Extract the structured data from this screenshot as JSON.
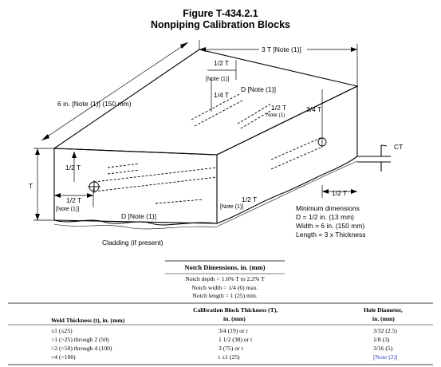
{
  "figure": {
    "title": "Figure T-434.2.1",
    "subtitle": "Nonpiping Calibration Blocks"
  },
  "diagram_labels": {
    "length": "6 in. [Note (1)] (150 mm)",
    "top_3T": "3 T [Note (1)]",
    "half_T_note": "1/2 T",
    "note1_small": "[Note (1)]",
    "quarter_T": "1/4 T",
    "d_note1": "D [Note (1)]",
    "half_T_side": "1/2 T",
    "note1_side": "Note (1)",
    "three_quarter_T": "3/4 T",
    "ct": "CT",
    "half_T_left": "1/2 T",
    "T": "T",
    "half_T_front": "1/2 T",
    "note1_front": "[Note (1)]",
    "half_T_mid": "1/2 T",
    "note1_mid": "[Note (1)]",
    "d_note1_front": "D [Note (1)]",
    "half_T_right": "1/2 T",
    "cladding": "Cladding (if present)"
  },
  "min_dims": {
    "heading": "Minimum dimensions",
    "d": "D = 1/2 in. (13 mm)",
    "width": "Width = 6 in. (150 mm)",
    "length": "Length = 3 x Thickness"
  },
  "notch_table": {
    "header": "Notch Dimensions, in. (mm)",
    "rows": [
      "Notch depth = 1.6% T to 2.2% T",
      "Notch width = 1/4 (6) max.",
      "Notch length = 1 (25) min."
    ]
  },
  "calibration_table": {
    "headers": {
      "weld": "Weld Thickness (t), in. (mm)",
      "block_line1": "Calibration Block Thickness (T),",
      "block_line2": "in. (mm)",
      "hole_line1": "Hole Diameter,",
      "hole_line2": "in. (mm)"
    },
    "rows": [
      {
        "weld": "≤1 (≤25)",
        "block": "3/4 (19) or t",
        "hole": "3/32 (2.5)"
      },
      {
        "weld": ">1 (>25) through 2 (50)",
        "block": "1 1/2 (38) or t",
        "hole": "1/8 (3)"
      },
      {
        "weld": ">2 (>50) through 4 (100)",
        "block": "3 (75) or t",
        "hole": "3/16 (5)"
      },
      {
        "weld": ">4 (>100)",
        "block": "t ±1 (25)",
        "hole": "[Note (2)]"
      }
    ]
  }
}
